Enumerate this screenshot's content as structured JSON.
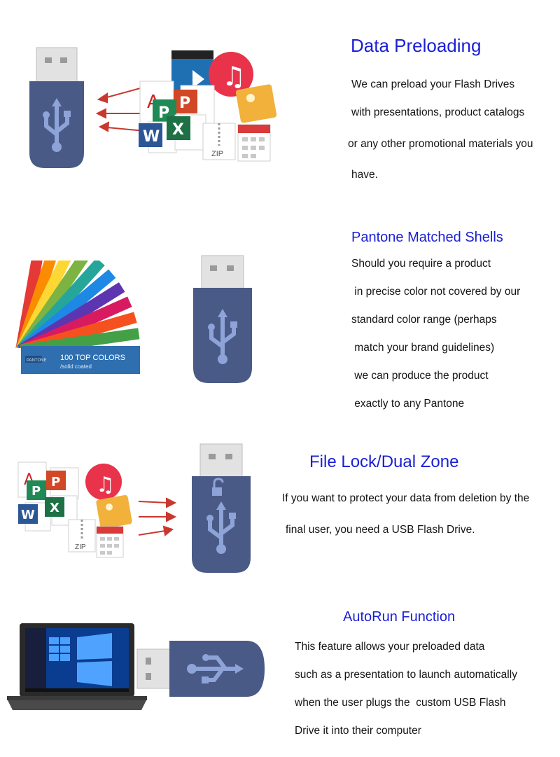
{
  "colors": {
    "heading": "#1a1fd6",
    "usb_body": "#4a5a86",
    "usb_cap": "#dcdcdc"
  },
  "section1": {
    "heading": "Data Preloading",
    "lines": [
      "We can preload your Flash Drives",
      "with presentations, product catalogs",
      "or any other promotional materials you",
      "have."
    ],
    "icons": [
      "usb-drive-icon",
      "pdf-file-icon",
      "powerpoint-icon",
      "word-icon",
      "excel-icon",
      "film-clapper-icon",
      "music-icon",
      "photo-icon",
      "zip-file-icon",
      "calendar-icon"
    ],
    "zip_label": "ZIP"
  },
  "section2": {
    "heading": "Pantone Matched Shells",
    "lines": [
      "Should you require a product",
      " in precise color not covered by our",
      "standard color range (perhaps",
      " match your brand guidelines)",
      " we can produce the product",
      " exactly to any Pantone"
    ],
    "swatch_title": "100 TOP COLORS",
    "swatch_sub": "/solid coated",
    "swatch_brand": "PANTONE"
  },
  "section3": {
    "heading": "File Lock/Dual Zone",
    "lines": [
      "If you want to protect your data from deletion by the",
      "final user, you need a USB Flash Drive."
    ],
    "zip_label": "ZIP"
  },
  "section4": {
    "heading": "AutoRun Function",
    "lines": [
      "This feature allows your preloaded data",
      "such as a presentation to launch automatically",
      "when the user plugs the  custom USB Flash",
      "Drive it into their computer"
    ]
  }
}
